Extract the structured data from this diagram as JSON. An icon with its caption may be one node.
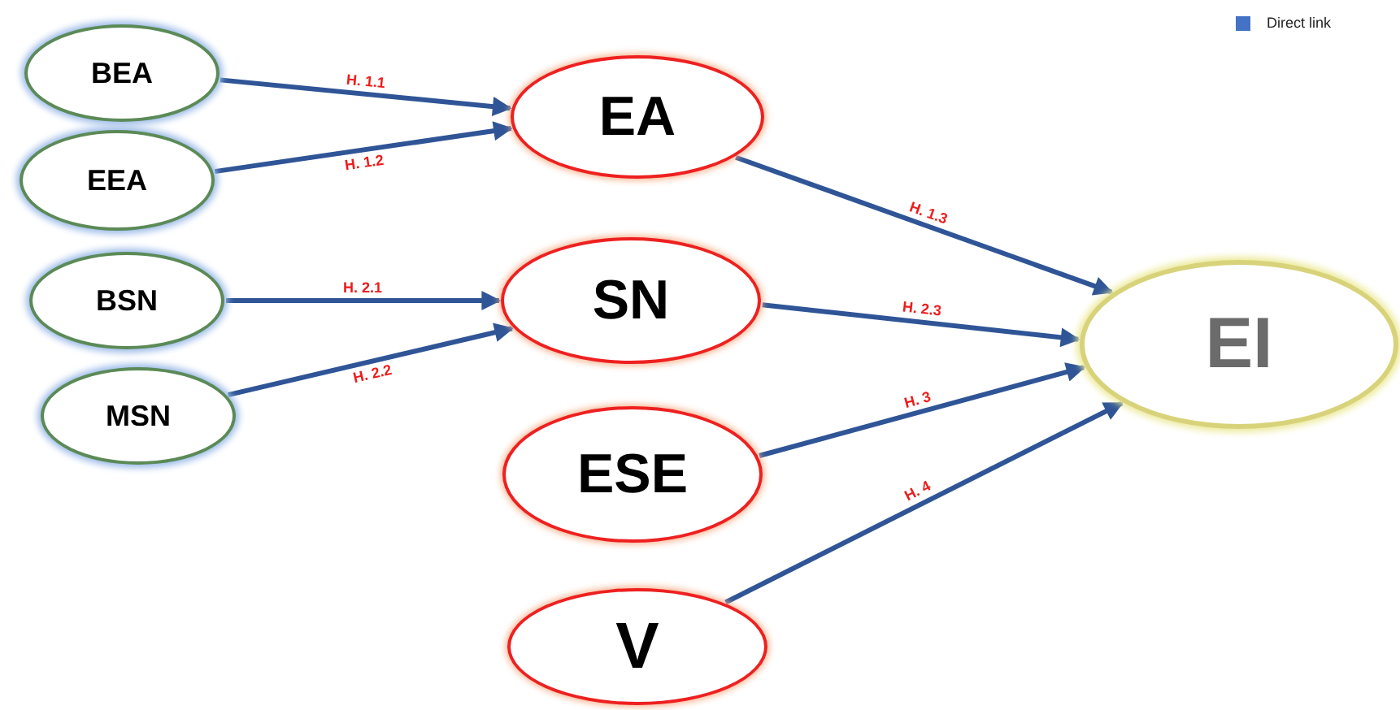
{
  "diagram": {
    "nodes": [
      {
        "text": [
          "BEA"
        ]
      },
      {
        "text": [
          "EEA"
        ]
      },
      {
        "text": [
          "BSN"
        ]
      },
      {
        "text": [
          "MSN"
        ]
      },
      {
        "text": [
          "EA"
        ]
      },
      {
        "text": [
          "SN"
        ]
      },
      {
        "text": [
          "ESE"
        ]
      },
      {
        "text": [
          "V"
        ]
      },
      {
        "text": [
          "EI"
        ]
      }
    ],
    "edges": [
      {
        "from": 0,
        "to": 4,
        "arrow": "to",
        "label": "H. 1.1"
      },
      {
        "from": 1,
        "to": 4,
        "arrow": "to",
        "label": "H. 1.2"
      },
      {
        "from": 4,
        "to": 8,
        "arrow": "to",
        "label": "H. 1.3"
      },
      {
        "from": 2,
        "to": 5,
        "arrow": "to",
        "label": "H. 2.1"
      },
      {
        "from": 3,
        "to": 5,
        "arrow": "to",
        "label": "H. 2.2"
      },
      {
        "from": 5,
        "to": 8,
        "arrow": "to",
        "label": "H. 2.3"
      },
      {
        "from": 6,
        "to": 8,
        "arrow": "to",
        "label": "H. 3"
      },
      {
        "from": 7,
        "to": 8,
        "arrow": "to",
        "label": "H. 4"
      }
    ],
    "legend": [
      {
        "text": "Direct link",
        "color": "#4472c4"
      }
    ]
  }
}
